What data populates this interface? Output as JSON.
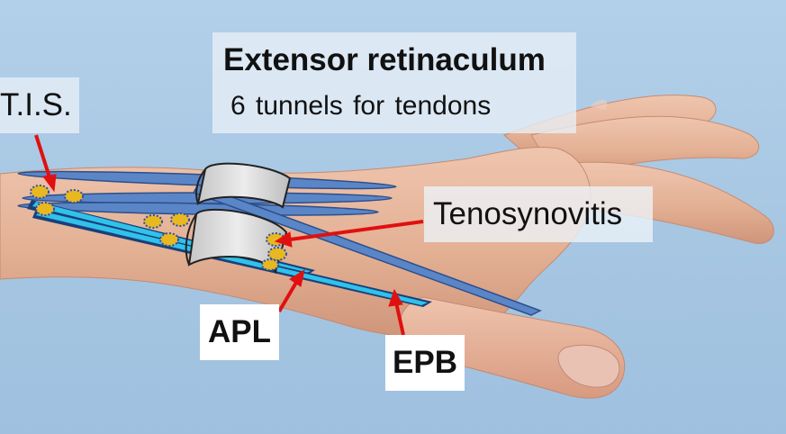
{
  "diagram": {
    "title": "Extensor retinaculum",
    "subtitle": "6 tunnels for tendons",
    "labels": {
      "tis": "T.I.S.",
      "tenosynovitis": "Tenosynovitis",
      "apl": "APL",
      "epb": "EPB"
    },
    "colors": {
      "background": "#a9c8e3",
      "skin": "#e7b9a0",
      "tendon_outer": "#4f7fc4",
      "tendon_inner": "#2fc3ea",
      "retinaculum": "#d4d4d4",
      "arrow": "#e01010",
      "inflammation": "#e8b820"
    }
  }
}
